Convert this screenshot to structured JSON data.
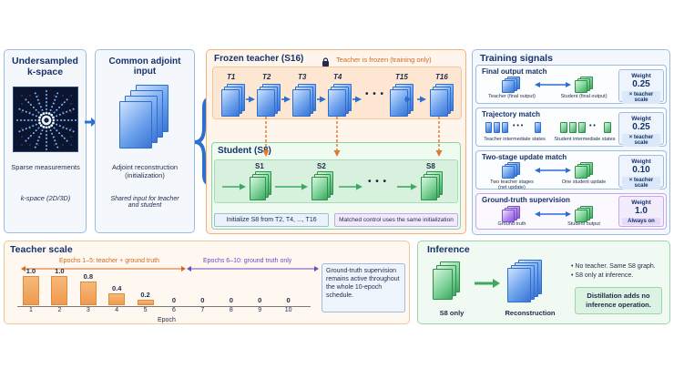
{
  "kspace_panel": {
    "title": "Undersampled k-space",
    "caption": "Sparse measurements",
    "subcaption": "k-space (2D/3D)"
  },
  "adjoint_panel": {
    "title": "Common adjoint input",
    "caption": "Adjoint reconstruction (initialization)",
    "note": "Shared input for teacher and student"
  },
  "teacher_panel": {
    "title": "Frozen teacher (S16)",
    "frozen_note": "Teacher is frozen (training only)",
    "steps": [
      "T1",
      "T2",
      "T3",
      "T4",
      "T15",
      "T16"
    ]
  },
  "student_panel": {
    "title": "Student (S8)",
    "steps": [
      "S1",
      "S2",
      "S8"
    ],
    "init_note": "Initialize S8 from T2, T4, ..., T16",
    "control_note": "Matched control uses the same initialization"
  },
  "training_panel": {
    "title": "Training signals",
    "signals": [
      {
        "title": "Final output match",
        "left": "Teacher (final output)",
        "right": "Student (final output)",
        "weight_label": "Weight",
        "weight": "0.25",
        "note": "× teacher scale"
      },
      {
        "title": "Trajectory match",
        "left": "Teacher intermediate states",
        "right": "Student intermediate states",
        "weight_label": "Weight",
        "weight": "0.25",
        "note": "× teacher scale"
      },
      {
        "title": "Two-stage update match",
        "left": "Two teacher stages (net update)",
        "right": "One student update",
        "weight_label": "Weight",
        "weight": "0.10",
        "note": "× teacher scale"
      },
      {
        "title": "Ground-truth supervision",
        "left": "Ground truth",
        "right": "Student output",
        "weight_label": "Weight",
        "weight": "1.0",
        "note": "Always on"
      }
    ]
  },
  "scale_panel": {
    "title": "Teacher scale",
    "phase1": "Epochs 1–5: teacher + ground truth",
    "phase2": "Epochs 6–10: ground truth only",
    "xlabel": "Epoch",
    "note": "Ground-truth supervision remains active throughout the whole 10-epoch schedule."
  },
  "chart_data": {
    "type": "bar",
    "categories": [
      "1",
      "2",
      "3",
      "4",
      "5",
      "6",
      "7",
      "8",
      "9",
      "10"
    ],
    "values": [
      1.0,
      1.0,
      0.8,
      0.4,
      0.2,
      0,
      0,
      0,
      0,
      0
    ],
    "labels": [
      "1.0",
      "1.0",
      "0.8",
      "0.4",
      "0.2",
      "0",
      "0",
      "0",
      "0",
      "0"
    ],
    "title": "Teacher scale",
    "xlabel": "Epoch",
    "ylim": [
      0,
      1.0
    ]
  },
  "inference_panel": {
    "title": "Inference",
    "input_label": "S8 only",
    "output_label": "Reconstruction",
    "bullets": [
      "No teacher. Same S8 graph.",
      "S8 only at inference."
    ],
    "highlight": "Distillation adds no inference operation."
  },
  "colors": {
    "teacher": "#f08a3c",
    "student": "#3ea862",
    "blue": "#2c6fcf",
    "purple": "#8a5ad8"
  }
}
